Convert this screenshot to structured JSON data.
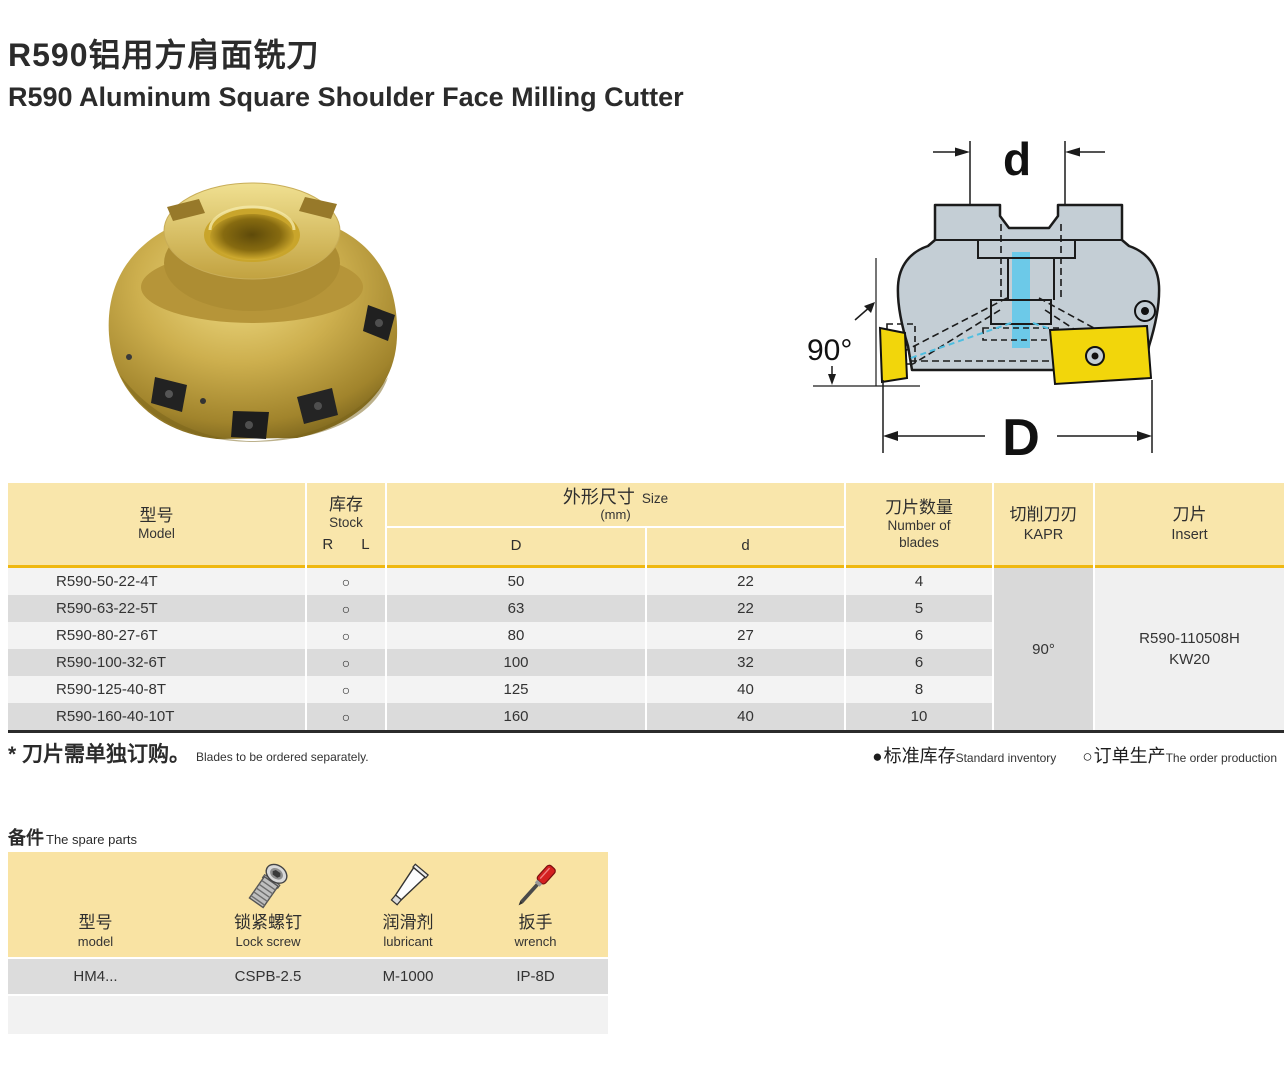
{
  "page": {
    "title_zh": "R590铝用方肩面铣刀",
    "title_en": "R590 Aluminum Square Shoulder Face Milling Cutter"
  },
  "diagram": {
    "dim_top_label": "d",
    "dim_bottom_label": "D",
    "angle_label": "90°"
  },
  "table": {
    "header": {
      "model_zh": "型号",
      "model_en": "Model",
      "stock_zh": "库存",
      "stock_en": "Stock",
      "stock_r": "R",
      "stock_l": "L",
      "size_zh": "外形尺寸",
      "size_en": "Size",
      "size_unit": "(mm)",
      "d_big": "D",
      "d_small": "d",
      "blades_zh": "刀片数量",
      "blades_en1": "Number of",
      "blades_en2": "blades",
      "kapr_zh": "切削刀刃",
      "kapr_en": "KAPR",
      "insert_zh": "刀片",
      "insert_en": "Insert"
    },
    "rows": [
      {
        "model": "R590-50-22-4T",
        "stock": "○",
        "D": "50",
        "d": "22",
        "blades": "4"
      },
      {
        "model": "R590-63-22-5T",
        "stock": "○",
        "D": "63",
        "d": "22",
        "blades": "5"
      },
      {
        "model": "R590-80-27-6T",
        "stock": "○",
        "D": "80",
        "d": "27",
        "blades": "6"
      },
      {
        "model": "R590-100-32-6T",
        "stock": "○",
        "D": "100",
        "d": "32",
        "blades": "6"
      },
      {
        "model": "R590-125-40-8T",
        "stock": "○",
        "D": "125",
        "d": "40",
        "blades": "8"
      },
      {
        "model": "R590-160-40-10T",
        "stock": "○",
        "D": "160",
        "d": "40",
        "blades": "10"
      }
    ],
    "kapr_value": "90°",
    "insert_line1": "R590-110508H",
    "insert_line2": "KW20"
  },
  "footnote": {
    "note_zh": "* 刀片需单独订购。",
    "note_en": "Blades to be ordered separately."
  },
  "legend": {
    "standard_symbol": "●",
    "standard_zh": "标准库存",
    "standard_en": "Standard inventory",
    "order_symbol": "○",
    "order_zh": "订单生产",
    "order_en": "The order production"
  },
  "spare": {
    "title_zh": "备件",
    "title_en": "The spare parts",
    "col1_zh": "型号",
    "col1_en": "model",
    "col1_value": "HM4...",
    "col2_zh": "锁紧螺钉",
    "col2_en": "Lock screw",
    "col2_value": "CSPB-2.5",
    "col3_zh": "润滑剂",
    "col3_en": "lubricant",
    "col3_value": "M-1000",
    "col4_zh": "扳手",
    "col4_en": "wrench",
    "col4_value": "IP-8D"
  },
  "colors": {
    "header_bg": "#F9E6AB",
    "gold": "#EFB810",
    "row_light": "#F3F3F3",
    "row_dark": "#DBDBDB",
    "insert_yellow": "#F2D60B",
    "diagram_body": "#C4CED5",
    "diagram_cyan": "#6CC9E8"
  }
}
